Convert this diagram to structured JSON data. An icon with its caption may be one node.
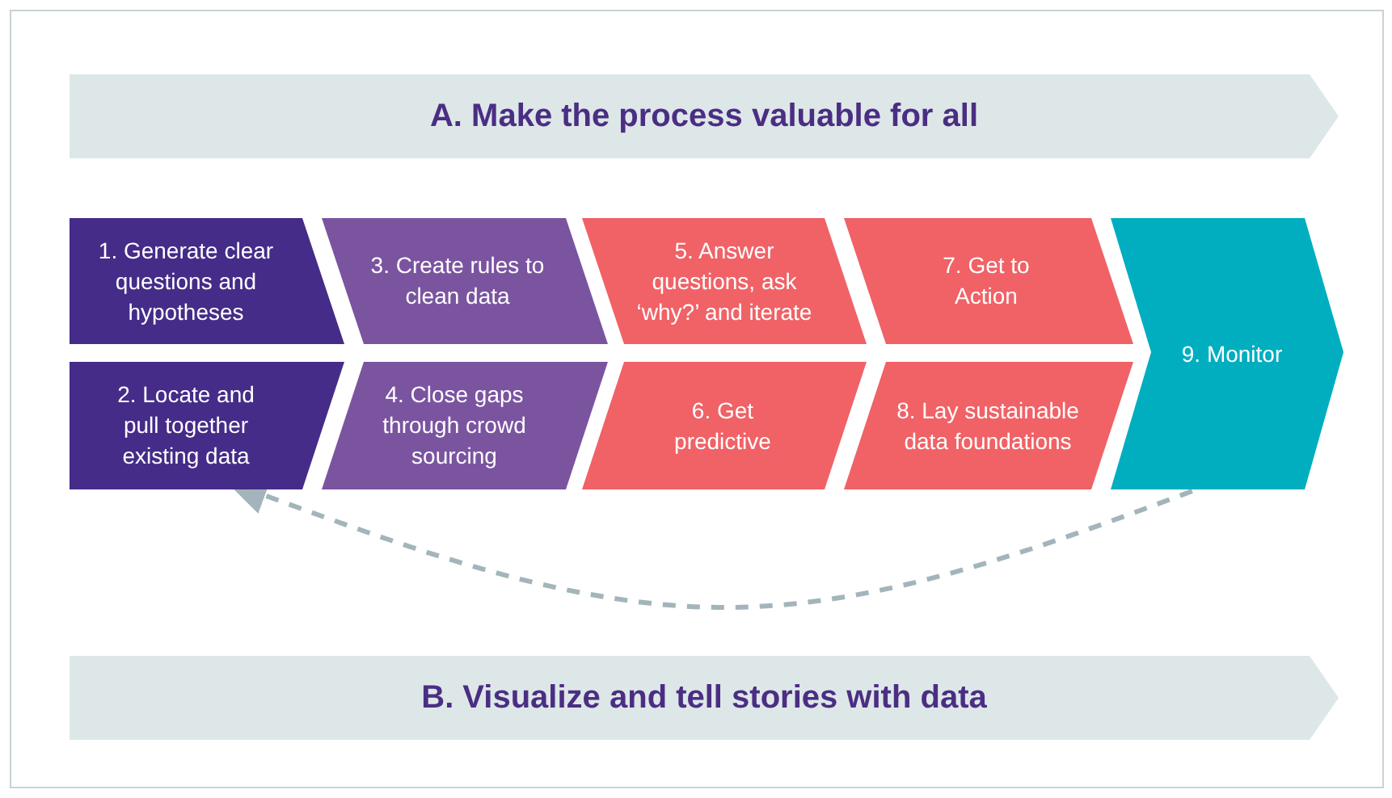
{
  "diagram": {
    "nodes": [
      {
        "text": [
          "A. Make the process valuable for all"
        ]
      },
      {
        "text": [
          "1. Generate clear questions and hypotheses"
        ]
      },
      {
        "text": [
          "2. Locate and pull together existing data"
        ]
      },
      {
        "text": [
          "3. Create rules to clean data"
        ]
      },
      {
        "text": [
          "4. Close gaps through crowd sourcing"
        ]
      },
      {
        "text": [
          "5. Answer questions, ask ‘why?’ and iterate"
        ]
      },
      {
        "text": [
          "6. Get predictive"
        ]
      },
      {
        "text": [
          "7. Get to Action"
        ]
      },
      {
        "text": [
          "8. Lay sustainable data foundations"
        ]
      },
      {
        "text": [
          "9. Monitor"
        ]
      },
      {
        "text": [
          "B. Visualize and tell stories with data"
        ]
      }
    ],
    "edges": [
      {
        "from": 9,
        "to": 2,
        "arrow": "to",
        "style": "dashed"
      }
    ]
  }
}
